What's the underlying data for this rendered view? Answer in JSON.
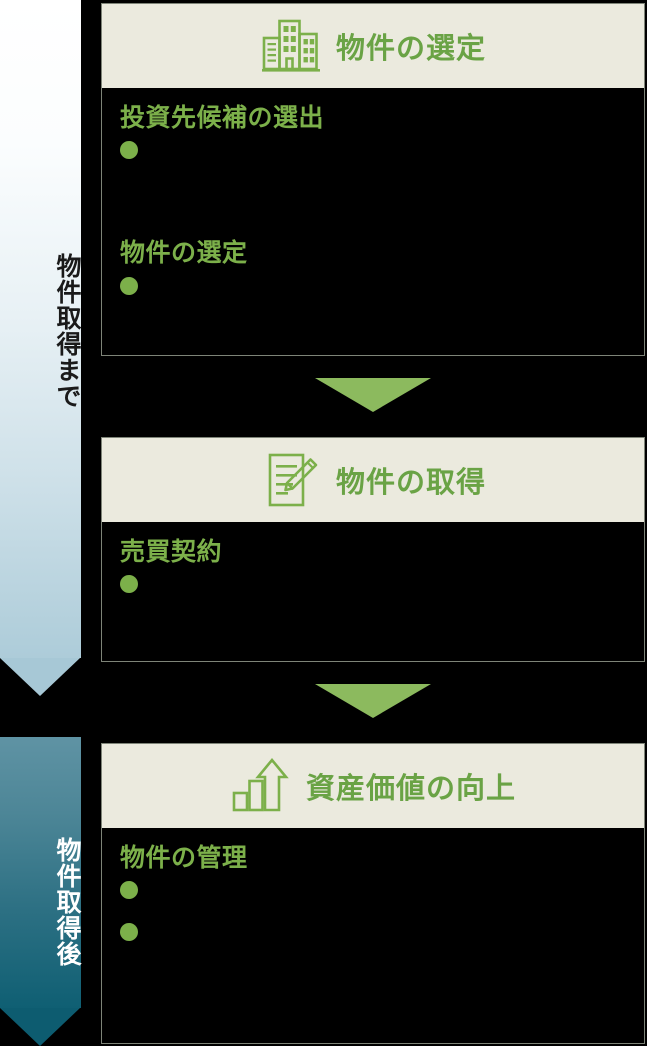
{
  "phases": [
    {
      "id": "pre",
      "label": "物件取得まで",
      "text_color": "#1a1a1a",
      "gradient_from": "#ffffff",
      "gradient_to": "#adccd9"
    },
    {
      "id": "post",
      "label": "物件取得後",
      "text_color": "#ffffff",
      "gradient_from": "#5f93a4",
      "gradient_to": "#0f5f73"
    }
  ],
  "accent": {
    "header_bg": "#ebeade",
    "green": "#7cb04a",
    "title_green": "#6aa345",
    "arrow_green": "#8cba5e",
    "card_bg": "#000000",
    "card_border": "#7e8478"
  },
  "steps": [
    {
      "icon": "building-icon",
      "title": "物件の選定",
      "groups": [
        {
          "heading": "投資先候補の選出",
          "bullets": [
            ""
          ]
        },
        {
          "heading": "物件の選定",
          "bullets": [
            ""
          ]
        }
      ]
    },
    {
      "icon": "document-pencil-icon",
      "title": "物件の取得",
      "groups": [
        {
          "heading": "売買契約",
          "bullets": [
            ""
          ]
        }
      ]
    },
    {
      "icon": "growth-chart-icon",
      "title": "資産価値の向上",
      "groups": [
        {
          "heading": "物件の管理",
          "bullets": [
            "",
            ""
          ]
        }
      ]
    }
  ],
  "connectors": [
    {
      "name": "connector-arrow-1",
      "direction": "down"
    },
    {
      "name": "connector-arrow-2",
      "direction": "down"
    }
  ]
}
